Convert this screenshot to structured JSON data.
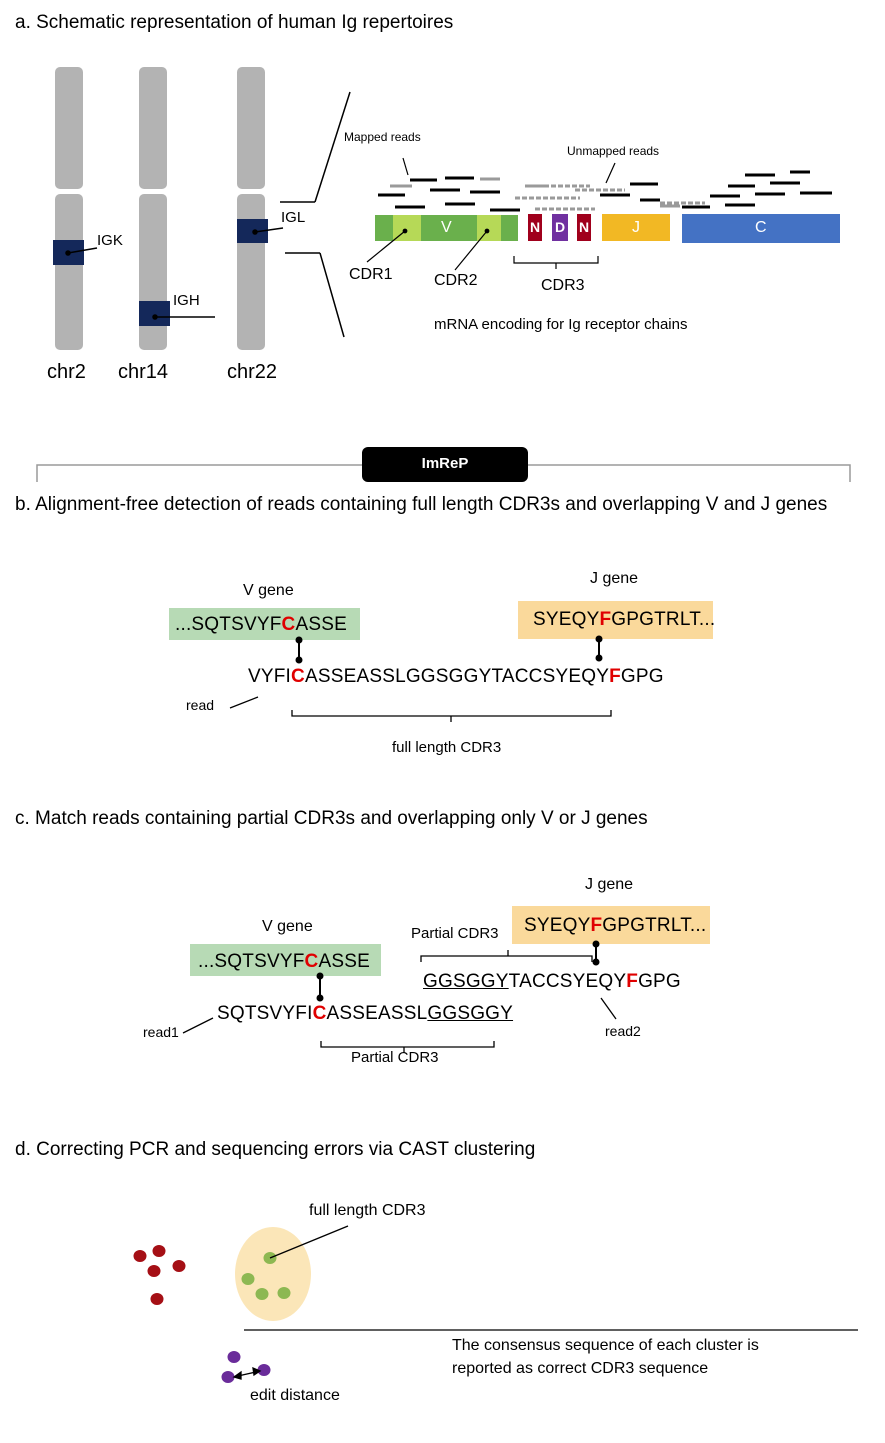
{
  "panel_a": {
    "title": "a. Schematic representation of human Ig repertoires",
    "chromosomes": [
      "chr2",
      "chr14",
      "chr22"
    ],
    "loci": [
      "IGK",
      "IGH",
      "IGL"
    ],
    "mapped_reads": "Mapped  reads",
    "unmapped_reads": "Unmapped  reads",
    "segments": {
      "v": "V",
      "n1": "N",
      "d": "D",
      "n2": "N",
      "j": "J",
      "c": "C"
    },
    "cdr1": "CDR1",
    "cdr2": "CDR2",
    "cdr3": "CDR3",
    "mrna_caption": "mRNA encoding for Ig receptor chains",
    "colors": {
      "chromosome": "#b3b3b3",
      "locus": "#14285a",
      "v": "#6ab04c",
      "cdr": "#b6d957",
      "n": "#a0001c",
      "d": "#7030a0",
      "j": "#f2b824",
      "c": "#4472c4"
    }
  },
  "tool": {
    "name": "ImReP"
  },
  "panel_b": {
    "title": "b. Alignment-free detection of reads containing full length CDR3s and overlapping  V and J genes",
    "v_gene_label": "V gene",
    "j_gene_label": "J gene",
    "v_seq": {
      "pre": "...SQTSVYF",
      "hl": "C",
      "post": "ASSE"
    },
    "j_seq": {
      "pre": "SYEQY",
      "hl": "F",
      "post": "GPGTRLT..."
    },
    "read_seq": {
      "a": "VYFI",
      "hl1": "C",
      "b": "ASSEASSLGGSGGYTACCSYEQY",
      "hl2": "F",
      "c": "GPG"
    },
    "read_label": "read",
    "cdr3_label": "full length CDR3"
  },
  "panel_c": {
    "title": "c. Match reads containing partial CDR3s and overlapping only V or J genes",
    "j_gene_label": "J gene",
    "v_gene_label": "V gene",
    "j_seq": {
      "pre": "SYEQY",
      "hl": "F",
      "post": "GPGTRLT..."
    },
    "v_seq": {
      "pre": "...SQTSVYF",
      "hl": "C",
      "post": "ASSE"
    },
    "partial_top": "Partial CDR3",
    "read2_seq": {
      "u": "GGSGGY",
      "b": "TACCSYEQY",
      "hl": "F",
      "c": "GPG"
    },
    "read1_seq": {
      "a": "SQTSVYFI",
      "hl": "C",
      "b": "ASSEASSL",
      "u": "GGSGGY"
    },
    "read1_label": "read1",
    "read2_label": "read2",
    "partial_bottom": "Partial CDR3"
  },
  "panel_d": {
    "title": "d. Correcting PCR and sequencing errors via CAST clustering",
    "cluster_label": "full length CDR3",
    "consensus_line1": "The consensus sequence of each cluster  is",
    "consensus_line2": "reported as correct CDR3 sequence",
    "edit_distance": "edit distance",
    "colors": {
      "red_dot": "#a50f15",
      "green_dot": "#8db852",
      "purple_dot": "#6a2c9a",
      "cluster": "#fbe6b8"
    }
  }
}
